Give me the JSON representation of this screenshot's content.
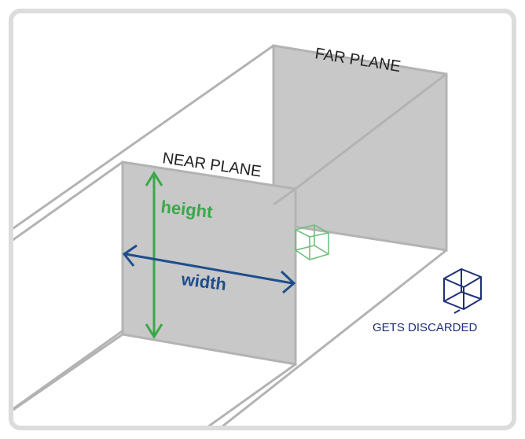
{
  "diagram": {
    "far_plane_label": "FAR PLANE",
    "near_plane_label": "NEAR PLANE",
    "height_label": "height",
    "width_label": "width",
    "discarded_label": "GETS DISCARDED",
    "colors": {
      "plane_fill": "#c8c8c8",
      "edge": "#b0b0b0",
      "height_green": "#3aa84a",
      "width_blue": "#1f4e8c",
      "inside_cube": "#6fbf7f",
      "outside_cube": "#1f2f7a",
      "border": "#d9d9d9"
    }
  }
}
